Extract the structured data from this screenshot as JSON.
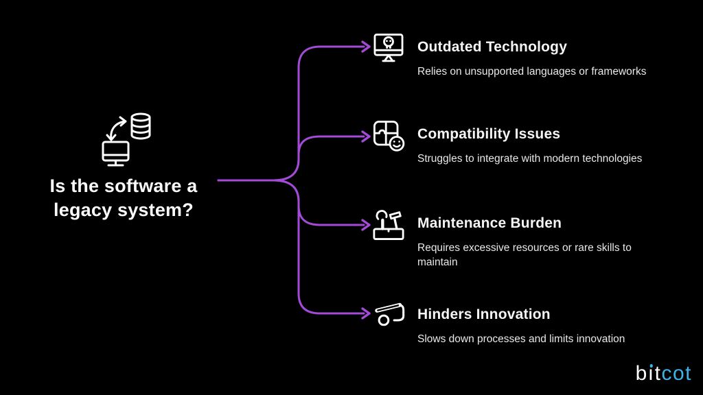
{
  "center": {
    "icon": "system-migration-icon",
    "question_line1": "Is the software a",
    "question_line2": "legacy system?"
  },
  "branches": [
    {
      "icon": "dead-monitor-icon",
      "title": "Outdated Technology",
      "description": "Relies on unsupported languages or frameworks"
    },
    {
      "icon": "puzzle-compatibility-icon",
      "title": "Compatibility Issues",
      "description": "Struggles to integrate with modern technologies"
    },
    {
      "icon": "toolbox-icon",
      "title": "Maintenance Burden",
      "description": "Requires excessive resources or rare skills to maintain"
    },
    {
      "icon": "snail-icon",
      "title": "Hinders Innovation",
      "description": "Slows down processes and limits innovation"
    }
  ],
  "branding": {
    "logo_white_b": "b",
    "logo_white_i": "ı",
    "logo_white_t": "t",
    "logo_accent": "cot"
  },
  "colors": {
    "background": "#000000",
    "connector": "#a44ad8",
    "text": "#f2f2f2",
    "logo_accent": "#3cb4e7"
  }
}
